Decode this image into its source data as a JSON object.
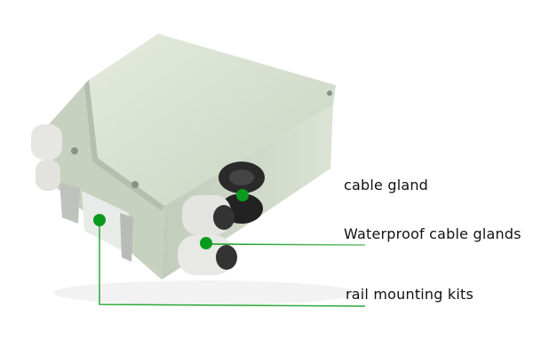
{
  "callouts": [
    {
      "label": "cable gland"
    },
    {
      "label": "Waterproof cable glands"
    },
    {
      "label": "rail mounting kits"
    }
  ],
  "colors": {
    "accent": "#0a9a1e",
    "enclosure": "#cfd9c8",
    "gland": "#e6e6e2",
    "rubber": "#2a2a2a"
  }
}
